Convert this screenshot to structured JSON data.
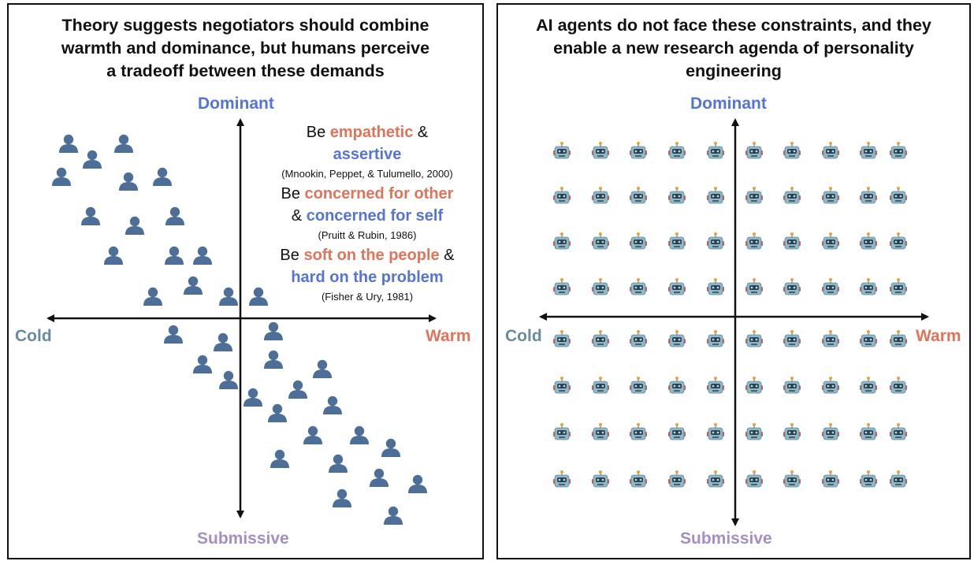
{
  "left_panel": {
    "title_lines": [
      "Theory suggests negotiators should combine",
      "warmth and dominance, but humans perceive",
      "a tradeoff between these demands"
    ],
    "axis": {
      "top": "Dominant",
      "bottom": "Submissive",
      "left": "Cold",
      "right": "Warm"
    },
    "quotes": [
      {
        "prefix": "Be ",
        "warm": "empathetic",
        "joiner": " &",
        "dom_prefix": "",
        "dominant": "assertive",
        "citation": "(Mnookin, Peppet, & Tulumello, 2000)"
      },
      {
        "prefix": "Be ",
        "warm": "concerned for other",
        "joiner": "",
        "dom_prefix": "& ",
        "dominant": "concerned for self",
        "citation": "(Pruitt & Rubin, 1986)"
      },
      {
        "prefix": "Be ",
        "warm": "soft on the people",
        "joiner": " &",
        "dom_prefix": "",
        "dominant": "hard on the problem",
        "citation": "(Fisher & Ury, 1981)"
      }
    ],
    "people_icon": "person-silhouette-icon"
  },
  "right_panel": {
    "title_lines": [
      "AI agents do not face these constraints, and they",
      "enable a new research agenda of personality",
      "engineering"
    ],
    "axis": {
      "top": "Dominant",
      "bottom": "Submissive",
      "left": "Cold",
      "right": "Warm"
    },
    "robot_icon": "robot-face-icon",
    "grid": {
      "rows": 8,
      "cols": 10
    }
  },
  "colors": {
    "dominant": "#5474d6",
    "warm": "#e0745a",
    "cold": "#6a8aa0",
    "submissive": "#a58ec4",
    "person": "#4d6e96",
    "robot_face": "#8fb9c9"
  }
}
